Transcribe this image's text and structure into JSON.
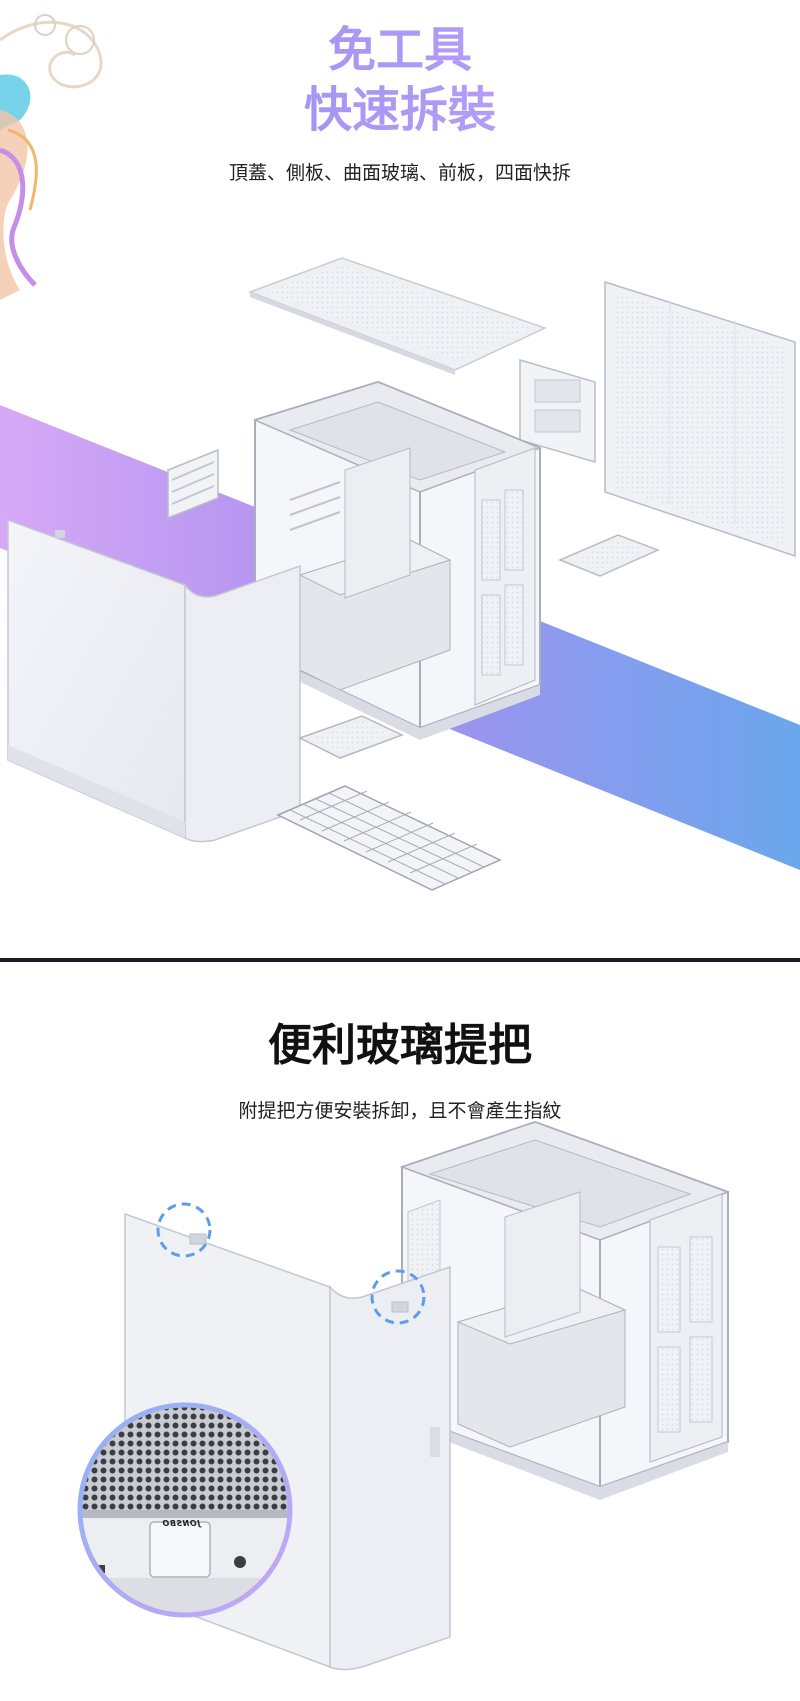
{
  "section1": {
    "title_line1": "免工具",
    "title_line2": "快速拆裝",
    "subtitle": "頂蓋、側板、曲面玻璃、前板，四面快拆"
  },
  "section2": {
    "title": "便利玻璃提把",
    "subtitle": "附提把方便安裝拆卸，且不會產生指紋",
    "zoom_logo_text": "JONSBO"
  },
  "colors": {
    "band_start": "#d6a9f6",
    "band_mid": "#a98ff0",
    "band_end": "#6aa7ec",
    "case_white": "#f4f5f8",
    "zoom_ring": "#b4a6f4"
  }
}
